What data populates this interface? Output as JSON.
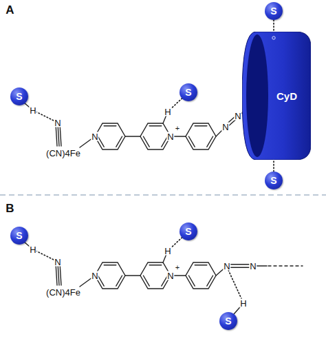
{
  "diagram": {
    "nodes": [
      {
        "text": [
          "S"
        ]
      },
      {
        "text": [
          "CyD"
        ]
      },
      {
        "text": [
          "S"
        ]
      },
      {
        "text": [
          "S"
        ]
      },
      {
        "text": [
          "S"
        ]
      },
      {
        "text": [
          "S"
        ]
      },
      {
        "text": [
          "S"
        ]
      },
      {
        "text": [
          "S"
        ]
      }
    ],
    "edges": [
      {
        "from": 0,
        "to": 1,
        "arrow": "none"
      },
      {
        "from": 4,
        "to": 1,
        "arrow": "none"
      }
    ],
    "labels": [
      "A",
      "H",
      "N",
      "(CN)4Fe",
      "N",
      "H",
      "N",
      "+",
      "N",
      "N",
      "B",
      "H",
      "N",
      "(CN)4Fe",
      "N",
      "H",
      "N",
      "+",
      "N",
      "N",
      "H"
    ]
  }
}
